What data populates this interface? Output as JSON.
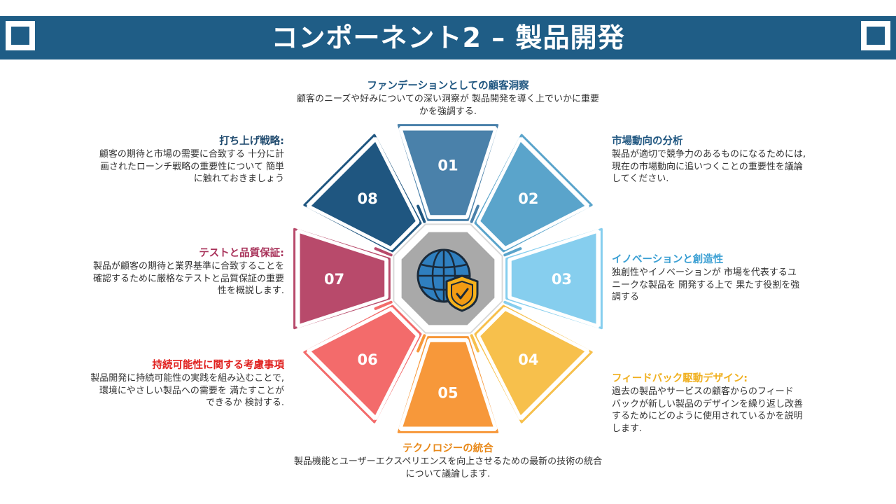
{
  "header": {
    "title": "コンポーネント2 – 製品開発"
  },
  "colors": {
    "header_bg": "#1f5d86",
    "seg01": "#4a81aa",
    "seg02": "#5aa4cb",
    "seg03": "#86ceee",
    "seg04": "#f7c04c",
    "seg05": "#f7983a",
    "seg06": "#f36b6b",
    "seg07": "#b84a6b",
    "seg08": "#1f5680",
    "center_fill": "#a9a9a9"
  },
  "center_icon": "globe-shield-icon",
  "segments": [
    {
      "number": "01",
      "title": "ファンデーションとしての顧客洞察",
      "title_color": "#1f5680",
      "lines": [
        "顧客のニーズや好みについての深い洞察が 製品開発を導く上でいかに重要",
        "かを強調する."
      ]
    },
    {
      "number": "02",
      "title": "市場動向の分析",
      "title_color": "#1f5680",
      "lines": [
        "製品が適切で競争力のあるものになるためには,",
        "現在の市場動向に追いつくことの重要性を議論",
        "してください."
      ]
    },
    {
      "number": "03",
      "title": "イノベーションと創造性",
      "title_color": "#3a9fd3",
      "lines": [
        "独創性やイノベーションが 市場を代表するユ",
        "ニークな製品を 開発する上で 果たす役割を強",
        "調する"
      ]
    },
    {
      "number": "04",
      "title": "フィードバック駆動デザイン:",
      "title_color": "#f0b020",
      "lines": [
        "過去の製品やサービスの顧客からのフィード",
        "バックが新しい製品のデザインを繰り返し改善",
        "するためにどのように使用されているかを説明",
        "します."
      ]
    },
    {
      "number": "05",
      "title": "テクノロジーの統合",
      "title_color": "#e8891a",
      "lines": [
        "製品機能とユーザーエクスペリエンスを向上させるための最新の技術の統合",
        "について議論します."
      ]
    },
    {
      "number": "06",
      "title": "持続可能性に関する考慮事項",
      "title_color": "#e0201e",
      "lines": [
        "製品開発に持続可能性の実践を組み込むことで,",
        "環境にやさしい製品への需要を 満たすことが",
        "できるか 検討する."
      ]
    },
    {
      "number": "07",
      "title": "テストと品質保証:",
      "title_color": "#a8325a",
      "lines": [
        "製品が顧客の期待と業界基準に合致することを",
        "確認するために厳格なテストと品質保証の重要",
        "性を概説します."
      ]
    },
    {
      "number": "08",
      "title": "打ち上げ戦略:",
      "title_color": "#1f4a6e",
      "lines": [
        "顧客の期待と市場の需要に合致する 十分に計",
        "画されたローンチ戦略の重要性について 簡単",
        "に触れておきましょう"
      ]
    }
  ]
}
